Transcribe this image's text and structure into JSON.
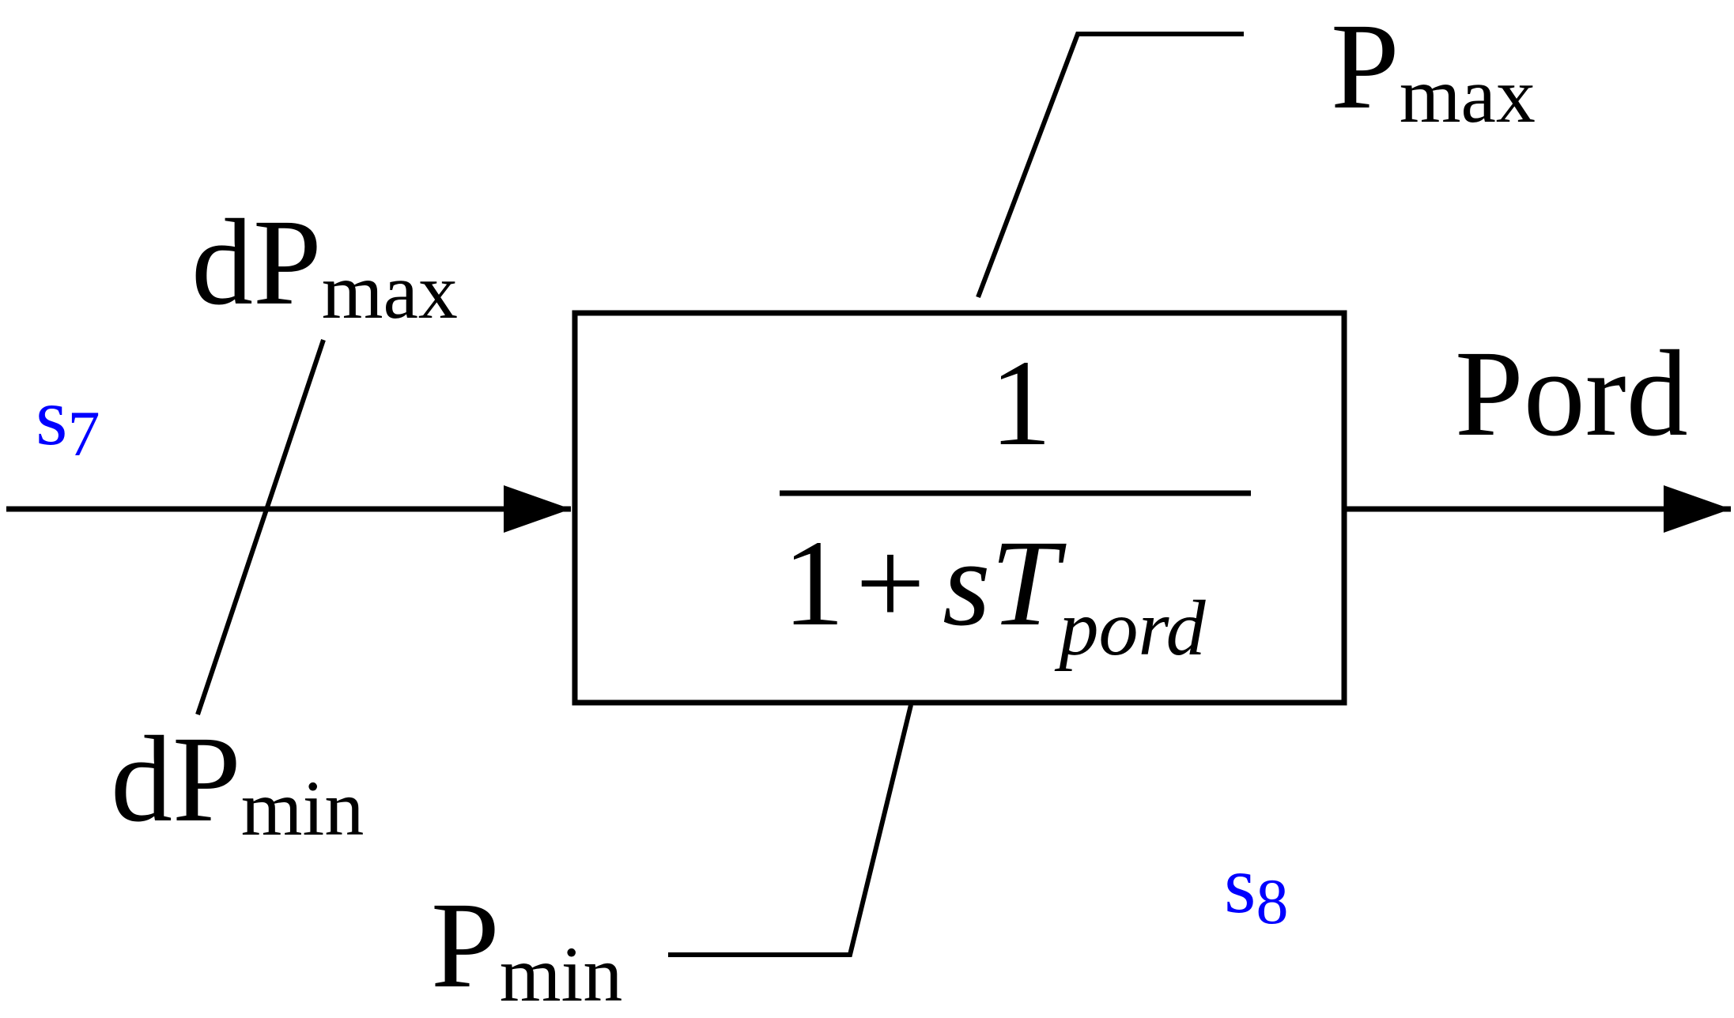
{
  "colors": {
    "line": "#000000",
    "state_label": "#0000ff",
    "background": "#ffffff"
  },
  "input_state": {
    "letter": "s",
    "index": "7"
  },
  "output_state": {
    "letter": "s",
    "index": "8"
  },
  "rate_limit": {
    "upper": {
      "base": "dP",
      "sub": "max"
    },
    "lower": {
      "base": "dP",
      "sub": "min"
    }
  },
  "output_limit": {
    "upper": {
      "base": "P",
      "sub": "max"
    },
    "lower": {
      "base": "P",
      "sub": "min"
    }
  },
  "transfer_function": {
    "numerator": "1",
    "denominator_one": "1",
    "plus": "+",
    "s": "s",
    "T": "T",
    "T_sub": "pord"
  },
  "output_signal": "Pord"
}
